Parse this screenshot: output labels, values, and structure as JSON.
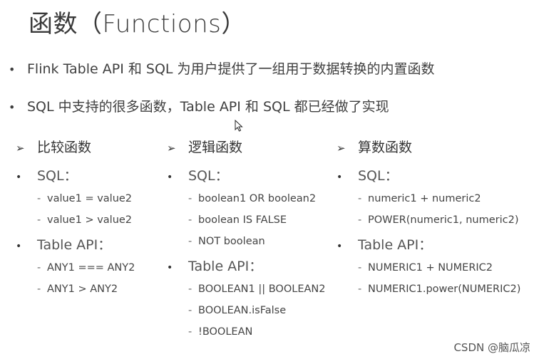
{
  "title": "函数（Functions）",
  "bullets": [
    "Flink Table API 和 SQL 为用户提供了一组用于数据转换的内置函数",
    "SQL 中支持的很多函数，Table API 和 SQL 都已经做了实现"
  ],
  "columns": [
    {
      "title": "比较函数",
      "sql_label": "SQL：",
      "sql_items": [
        "value1 = value2",
        "value1 > value2"
      ],
      "api_label": "Table API：",
      "api_items": [
        "ANY1 === ANY2",
        "ANY1 > ANY2"
      ]
    },
    {
      "title": "逻辑函数",
      "sql_label": "SQL：",
      "sql_items": [
        "boolean1 OR boolean2",
        "boolean IS FALSE",
        "NOT boolean"
      ],
      "api_label": "Table API：",
      "api_items": [
        "BOOLEAN1 || BOOLEAN2",
        "BOOLEAN.isFalse",
        "!BOOLEAN"
      ]
    },
    {
      "title": "算数函数",
      "sql_label": "SQL：",
      "sql_items": [
        "numeric1 + numeric2",
        "POWER(numeric1, numeric2)"
      ],
      "api_label": "Table API：",
      "api_items": [
        "NUMERIC1 + NUMERIC2",
        "NUMERIC1.power(NUMERIC2)"
      ]
    }
  ],
  "watermark": "CSDN @脑瓜凉",
  "icons": {
    "bullet": "•",
    "arrow": "➢",
    "dash": "-",
    "cursor": "mouse-pointer-icon"
  },
  "colors": {
    "text": "#333333",
    "background": "#ffffff"
  }
}
